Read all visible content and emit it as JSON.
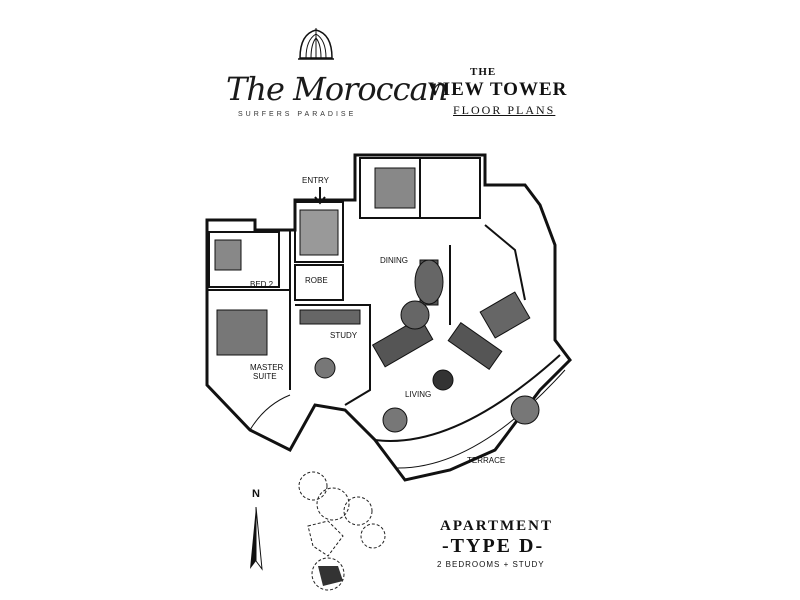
{
  "brand": {
    "name": "The Moroccan",
    "tagline": "SURFERS PARADISE"
  },
  "header": {
    "title_small": "THE",
    "title_main": "VIEW TOWER",
    "title_sub": "FLOOR PLANS"
  },
  "plan": {
    "labels": {
      "entry": "ENTRY",
      "robe": "ROBE",
      "bed2": "BED 2",
      "dining": "DINING",
      "study": "STUDY",
      "living": "LIVING",
      "master_suite_line1": "MASTER",
      "master_suite_line2": "SUITE",
      "terrace": "TERRACE"
    }
  },
  "compass": {
    "north": "N"
  },
  "apartment": {
    "label": "APARTMENT",
    "type": "-TYPE D-",
    "description": "2 BEDROOMS + STUDY"
  },
  "colors": {
    "ink": "#111111",
    "paper": "#ffffff"
  }
}
